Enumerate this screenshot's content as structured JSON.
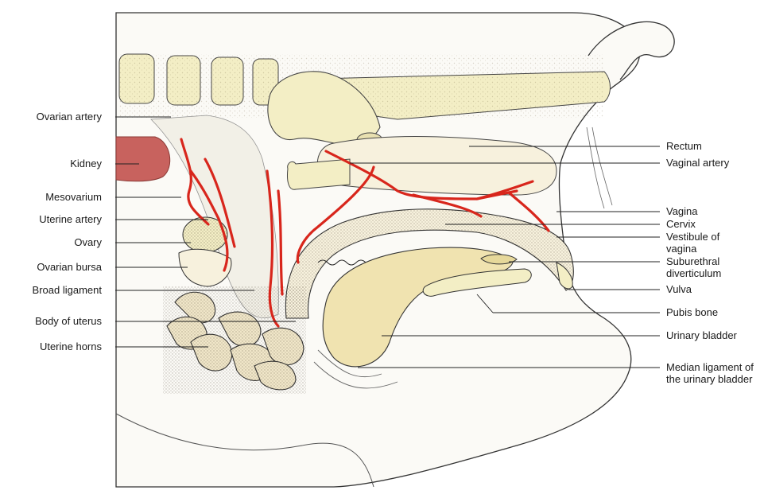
{
  "labels": {
    "left": [
      "Ovarian artery",
      "Kidney",
      "Mesovarium",
      "Uterine artery",
      "Ovary",
      "Ovarian bursa",
      "Broad ligament",
      "Body of uterus",
      "Uterine horns"
    ],
    "right": [
      "Rectum",
      "Vaginal artery",
      "Vagina",
      "Cervix",
      "Vestibule of vagina",
      "Suburethral diverticulum",
      "Vulva",
      "Pubis bone",
      "Urinary bladder",
      "Median ligament of the urinary bladder"
    ]
  },
  "colors": {
    "artery": "#d8261c",
    "kidney": "#c8625e",
    "bone": "#f3eec5",
    "tissue": "#f7f1dd",
    "outline": "#333333",
    "leader": "#222222"
  }
}
